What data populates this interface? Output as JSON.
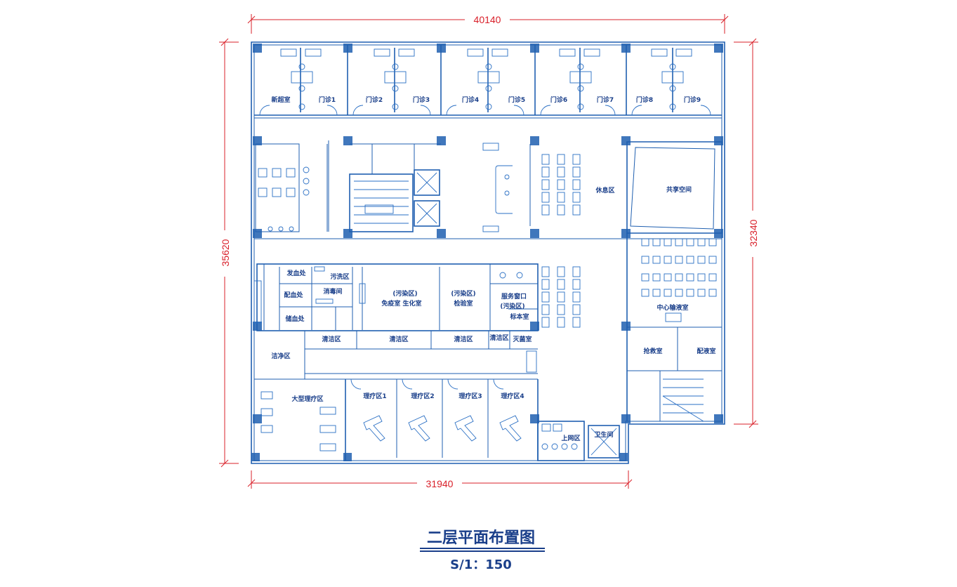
{
  "dimensions": {
    "top": "40140",
    "left": "35620",
    "right": "32340",
    "bottom": "31940"
  },
  "rooms": {
    "r1": "新超室",
    "r2": "门诊1",
    "r3": "门诊2",
    "r4": "门诊3",
    "r5": "门诊4",
    "r6": "门诊5",
    "r7": "门诊6",
    "r8": "门诊7",
    "r9": "门诊8",
    "r10": "门诊9",
    "rest": "休息区",
    "share": "共享空间",
    "center": "中心输液室",
    "rescue": "抢救室",
    "dispense": "配液室",
    "fa": "发血处",
    "pei": "配血处",
    "chu": "储血处",
    "wu1": "污洗区",
    "xi": "消毒间",
    "wu2": "(污染区)",
    "mian": "免疫室 生化室",
    "wu3": "(污染区)",
    "jian": "检验室",
    "ban": "服务窗口",
    "wu4": "(污染区)",
    "biao": "标本室",
    "qing1": "清洁区",
    "qing2": "清洁区",
    "qing3": "清洁区",
    "qing4": "清洁区",
    "mie": "灭菌室",
    "jie": "洁净区",
    "da": "大型理疗区",
    "li1": "理疗区1",
    "li2": "理疗区2",
    "li3": "理疗区3",
    "li4": "理疗区4",
    "ws": "卫生间",
    "up": "上网区"
  },
  "title": "二层平面布置图",
  "scale": "S/1：150"
}
